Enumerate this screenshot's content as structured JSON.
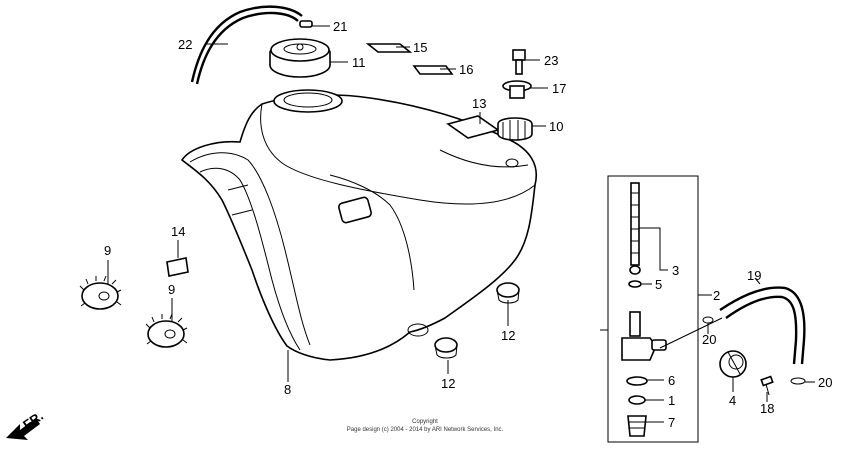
{
  "labels": {
    "p1": "1",
    "p2": "2",
    "p3": "3",
    "p4": "4",
    "p5": "5",
    "p6": "6",
    "p7": "7",
    "p8": "8",
    "p9a": "9",
    "p9b": "9",
    "p10": "10",
    "p11": "11",
    "p12a": "12",
    "p12b": "12",
    "p13": "13",
    "p14": "14",
    "p15": "15",
    "p16": "16",
    "p17": "17",
    "p18": "18",
    "p19": "19",
    "p20a": "20",
    "p20b": "20",
    "p21": "21",
    "p22": "22",
    "p23": "23"
  },
  "front_arrow": "FR.",
  "copyright": {
    "line1": "Copyright",
    "line2": "Page design (c) 2004 - 2014 by ARI Network Services, Inc."
  }
}
